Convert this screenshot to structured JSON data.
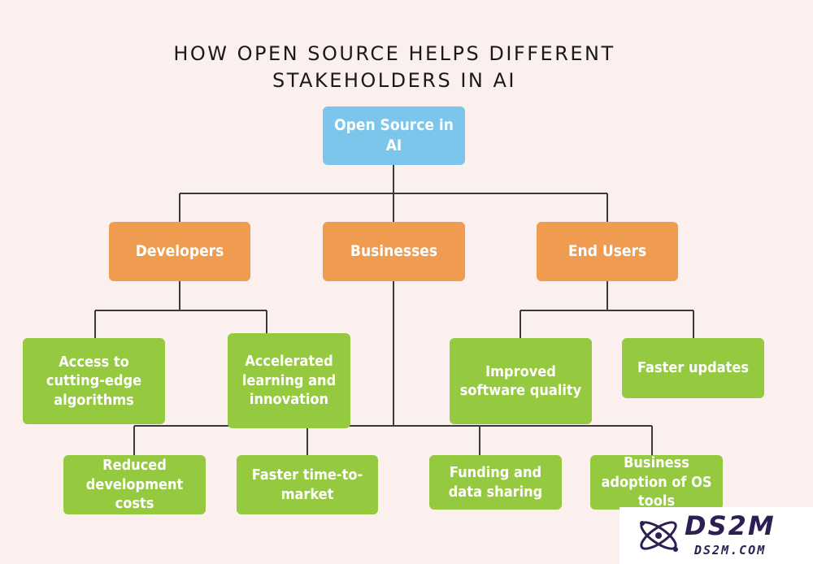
{
  "title": {
    "line1": "HOW OPEN SOURCE HELPS DIFFERENT",
    "line2": "STAKEHOLDERS IN AI"
  },
  "root": {
    "label": "Open Source in AI"
  },
  "stakeholders": {
    "developers": "Developers",
    "businesses": "Businesses",
    "end_users": "End Users"
  },
  "benefits": {
    "access_algorithms": "Access to cutting-edge algorithms",
    "accelerated_learning": "Accelerated learning and innovation",
    "improved_quality": "Improved software quality",
    "faster_updates": "Faster updates",
    "reduced_costs": "Reduced development costs",
    "faster_market": "Faster time-to-market",
    "funding_sharing": "Funding and data sharing",
    "business_adoption": "Business adoption of OS tools"
  },
  "logo": {
    "name": "DS2M",
    "url": "DS2M.COM"
  },
  "colors": {
    "root": "#7cc6ec",
    "stakeholder": "#ef9b50",
    "benefit": "#95c93f",
    "connector": "#3a3a3a",
    "background": "#fbf0ee"
  }
}
